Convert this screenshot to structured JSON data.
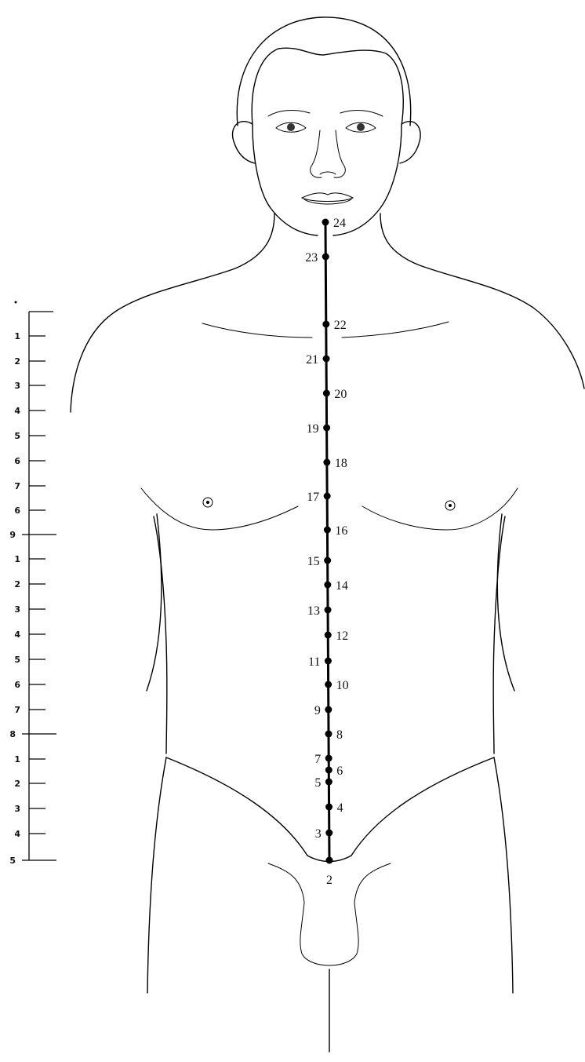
{
  "meridian": {
    "points": [
      {
        "label": "24",
        "side": "right"
      },
      {
        "label": "23",
        "side": "left"
      },
      {
        "label": "22",
        "side": "right"
      },
      {
        "label": "21",
        "side": "left"
      },
      {
        "label": "20",
        "side": "right"
      },
      {
        "label": "19",
        "side": "left"
      },
      {
        "label": "18",
        "side": "right"
      },
      {
        "label": "17",
        "side": "left"
      },
      {
        "label": "16",
        "side": "right"
      },
      {
        "label": "15",
        "side": "left"
      },
      {
        "label": "14",
        "side": "right"
      },
      {
        "label": "13",
        "side": "left"
      },
      {
        "label": "12",
        "side": "right"
      },
      {
        "label": "11",
        "side": "left"
      },
      {
        "label": "10",
        "side": "right"
      },
      {
        "label": "9",
        "side": "left"
      },
      {
        "label": "8",
        "side": "right"
      },
      {
        "label": "7",
        "side": "left"
      },
      {
        "label": "6",
        "side": "right"
      },
      {
        "label": "5",
        "side": "left"
      },
      {
        "label": "4",
        "side": "right"
      },
      {
        "label": "3",
        "side": "left"
      },
      {
        "label": "2",
        "side": "below"
      }
    ]
  },
  "scale": {
    "labels": [
      "1",
      "2",
      "3",
      "4",
      "5",
      "6",
      "7",
      "6",
      "9",
      "1",
      "2",
      "3",
      "4",
      "5",
      "6",
      "7",
      "8",
      "1",
      "2",
      "3",
      "4",
      "5"
    ]
  },
  "colors": {
    "ink": "#000000",
    "background": "#ffffff"
  }
}
